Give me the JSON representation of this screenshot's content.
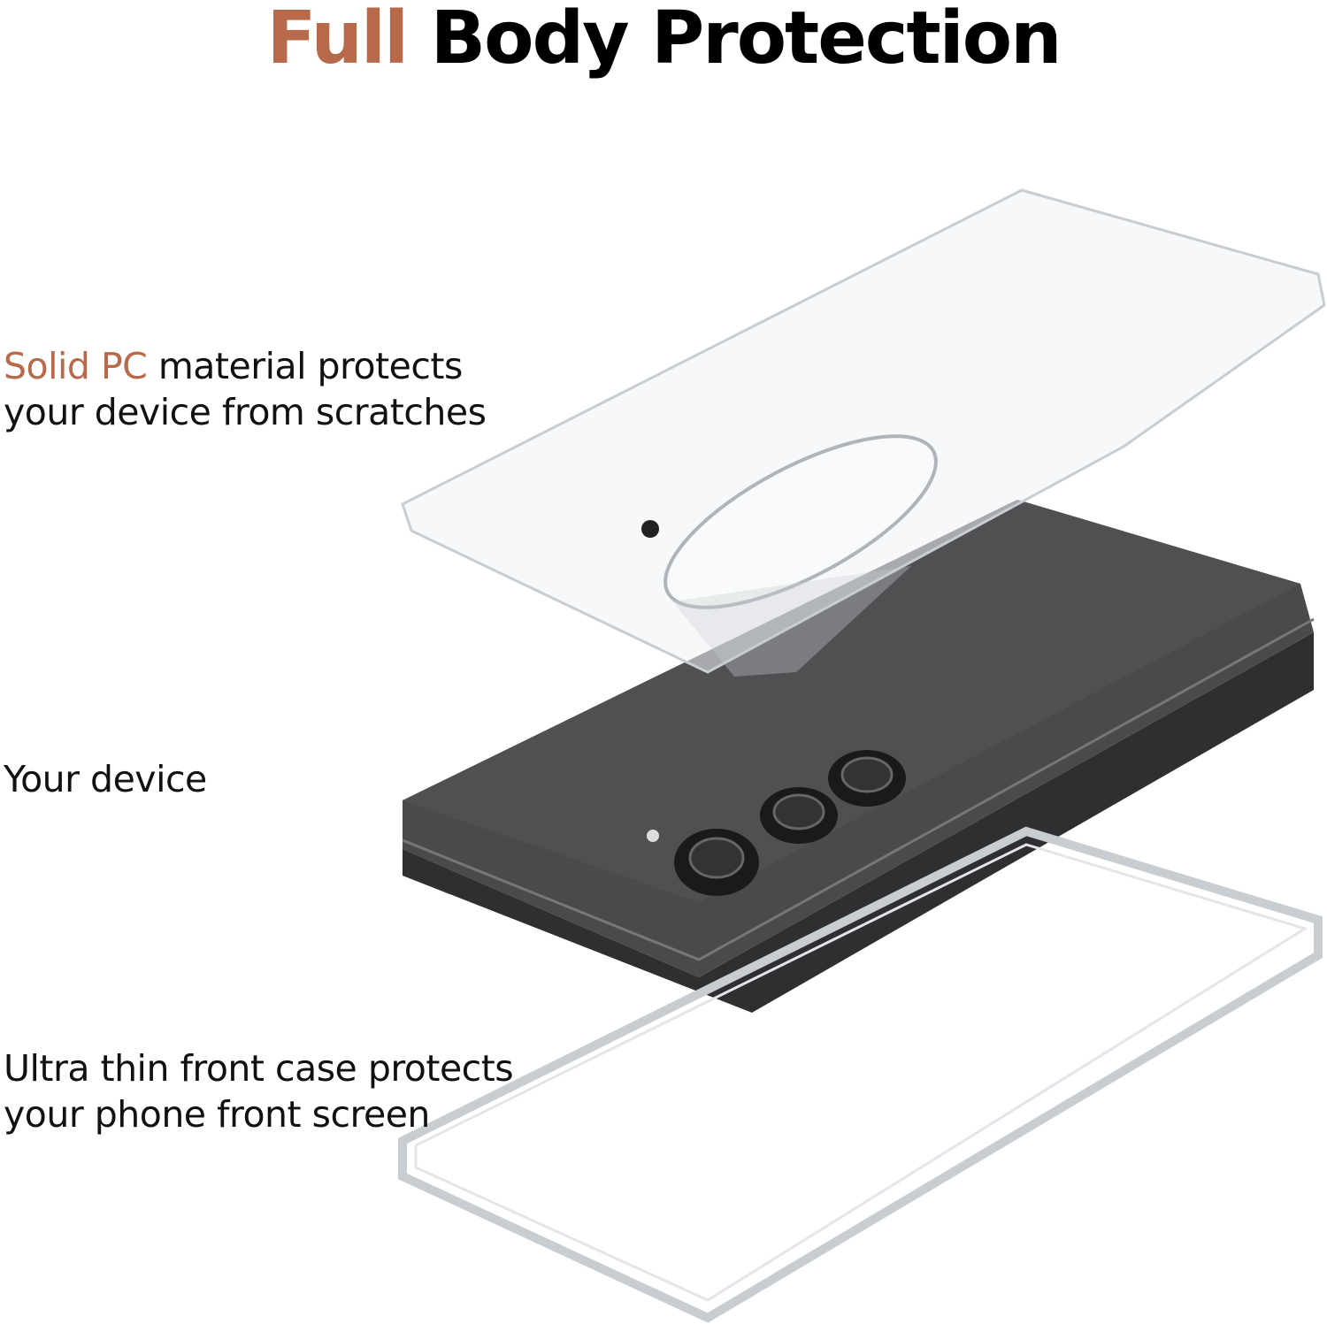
{
  "title": {
    "accent": "Full",
    "rest": "Body Protection"
  },
  "captions": {
    "back_case": {
      "accent": "Solid PC",
      "line1_rest": "material protects",
      "line2": "your device from scratches"
    },
    "device": {
      "text": "Your device"
    },
    "front_case": {
      "line1": "Ultra thin front case protects",
      "line2": "your phone front screen"
    }
  },
  "colors": {
    "accent": "#b8694a",
    "phone_body": "#47474a",
    "case_edge": "#c8cdd2"
  }
}
